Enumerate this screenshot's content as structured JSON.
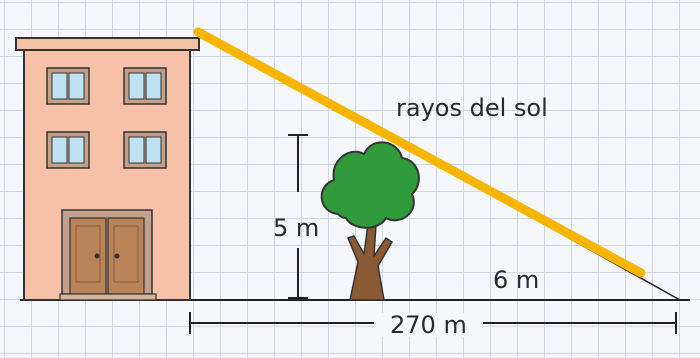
{
  "labels": {
    "sun_rays": "rayos del sol",
    "tree_height": "5 m",
    "tree_shadow": "6 m",
    "building_shadow": "270 m"
  },
  "colors": {
    "building_wall": "#f6c1a6",
    "sun_ray": "#f7b500",
    "foliage": "#2f9b3a",
    "trunk": "#8a5a35",
    "door": "#b9835a",
    "window": "#bfe2f2"
  }
}
